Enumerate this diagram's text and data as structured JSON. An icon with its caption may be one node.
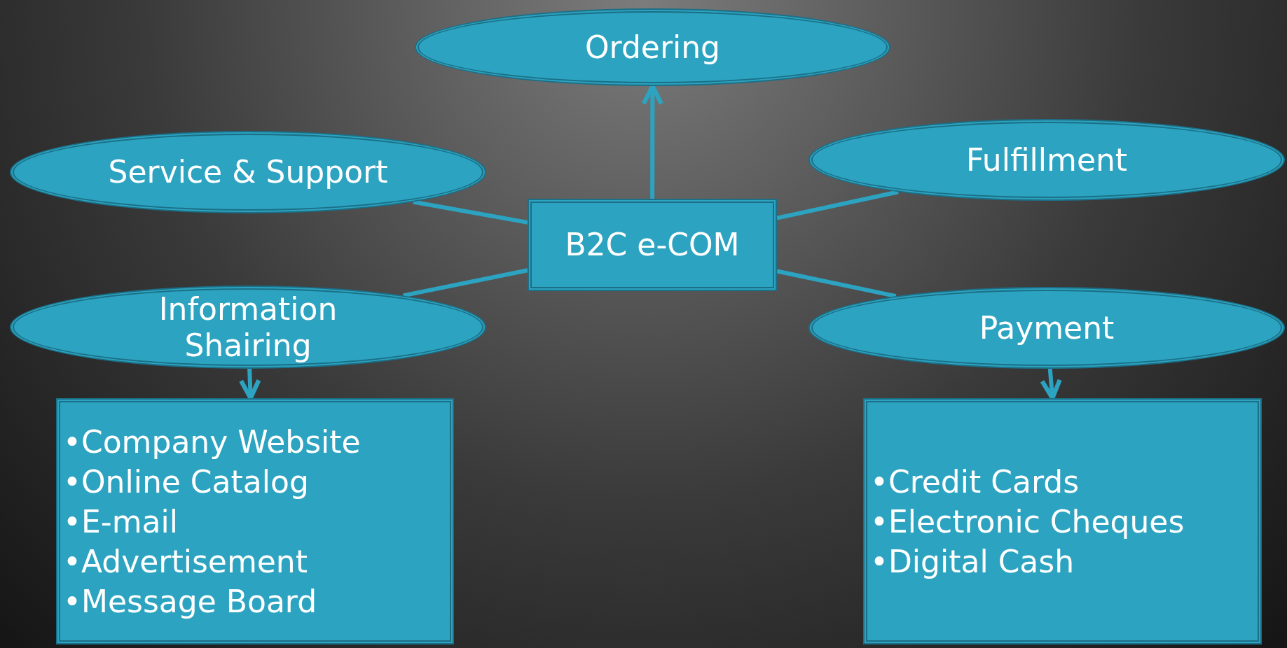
{
  "diagram": {
    "nodes": [
      {
        "text": [
          "Ordering"
        ]
      },
      {
        "text": [
          "Service & Support"
        ]
      },
      {
        "text": [
          "Fulfillment"
        ]
      },
      {
        "text": [
          "B2C e-COM"
        ]
      },
      {
        "text": [
          "Information Shairing"
        ]
      },
      {
        "text": [
          "Payment"
        ]
      },
      {
        "text": [
          "•Company Website",
          "•Online Catalog",
          "•E-mail",
          "•Advertisement",
          "•Message Board"
        ]
      },
      {
        "text": [
          "•Credit Cards",
          "•Electronic Cheques",
          "•Digital Cash"
        ]
      }
    ],
    "edges": [
      {
        "from": 3,
        "to": 0,
        "arrow": "to"
      },
      {
        "from": 3,
        "to": 1,
        "arrow": "none"
      },
      {
        "from": 3,
        "to": 2,
        "arrow": "none"
      },
      {
        "from": 3,
        "to": 4,
        "arrow": "none"
      },
      {
        "from": 3,
        "to": 5,
        "arrow": "none"
      },
      {
        "from": 4,
        "to": 6,
        "arrow": "to"
      },
      {
        "from": 5,
        "to": 7,
        "arrow": "to"
      }
    ]
  }
}
